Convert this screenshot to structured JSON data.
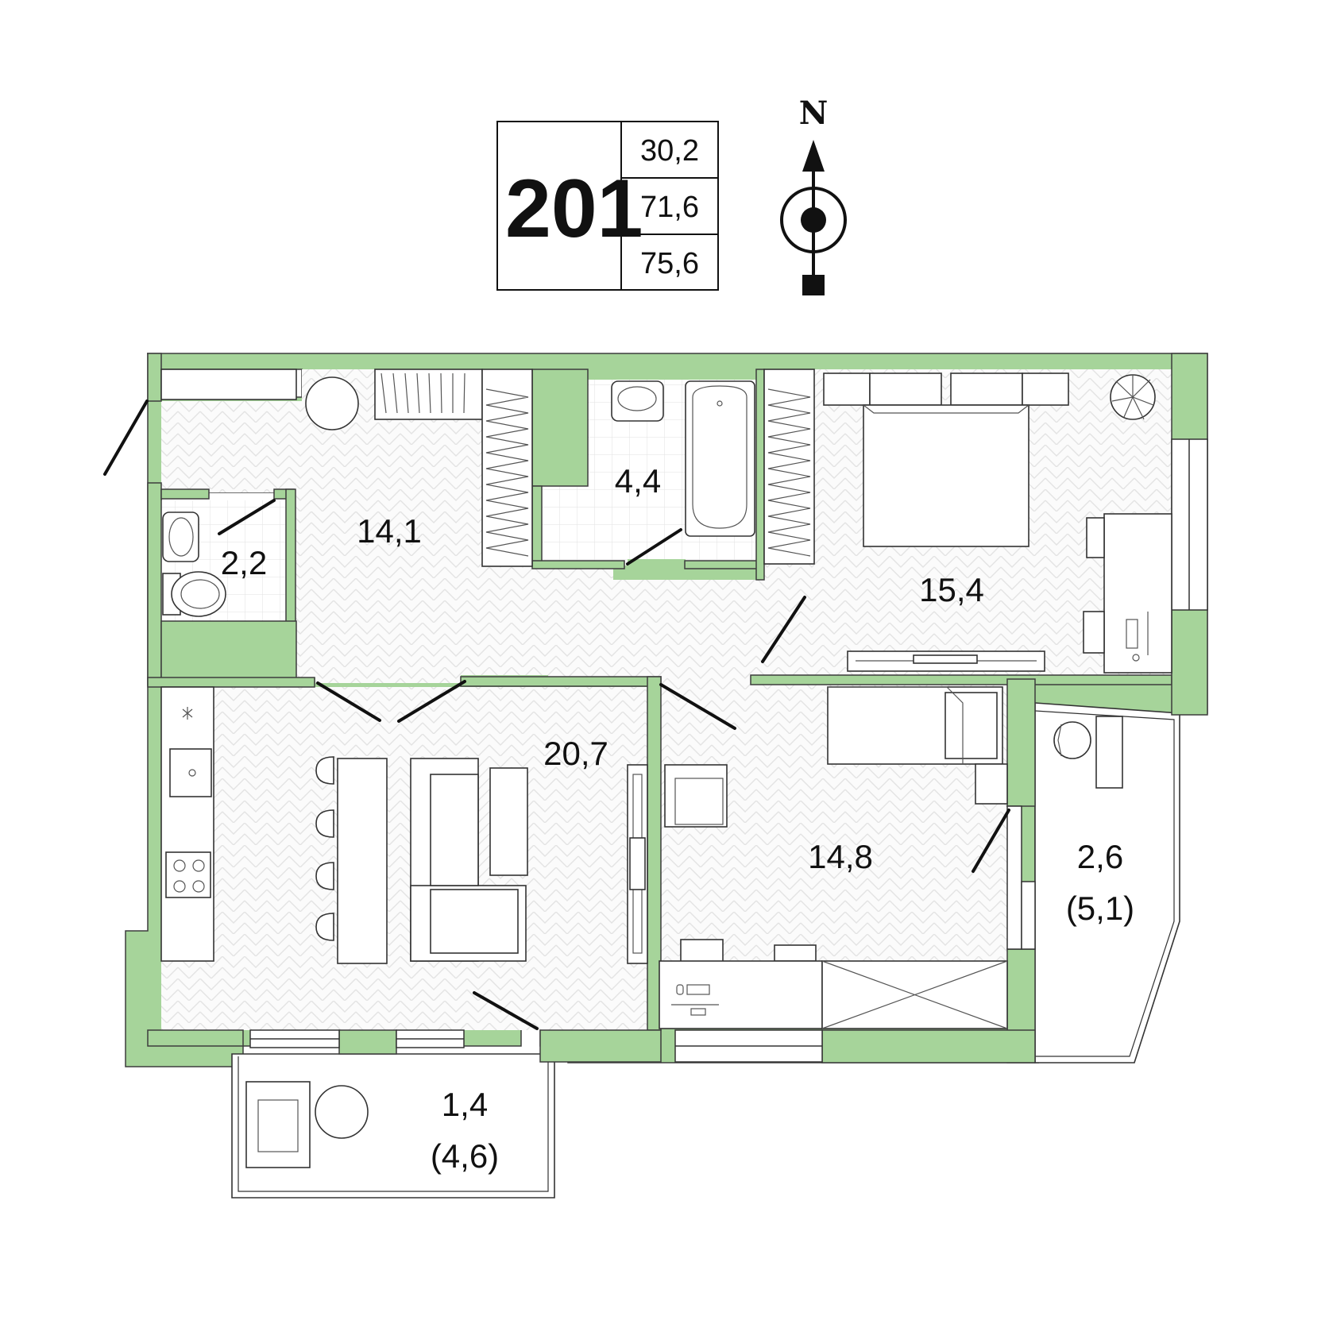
{
  "header": {
    "apartment_number": "201",
    "areas": [
      "30,2",
      "71,6",
      "75,6"
    ]
  },
  "compass": {
    "label": "N",
    "icon": "compass-north-icon"
  },
  "rooms": {
    "hall": "14,1",
    "wc": "2,2",
    "bathroom": "4,4",
    "bedroom": "15,4",
    "living_kitchen": "20,7",
    "room2": "14,8",
    "balcony_east": "2,6",
    "balcony_east_full": "(5,1)",
    "balcony_south": "1,4",
    "balcony_south_full": "(4,6)"
  },
  "colors": {
    "wall": "#a6d49a",
    "floor_hatch": "#e6e6e6",
    "line": "#111111",
    "background": "#ffffff"
  },
  "icons": [
    "plant-icon",
    "sink-icon",
    "toilet-icon",
    "bathtub-icon",
    "stove-icon",
    "bed-icon",
    "sofa-icon",
    "armchair-icon",
    "tv-icon",
    "desk-icon",
    "computer-icon",
    "chair-icon",
    "round-table-icon",
    "wardrobe-icon"
  ]
}
